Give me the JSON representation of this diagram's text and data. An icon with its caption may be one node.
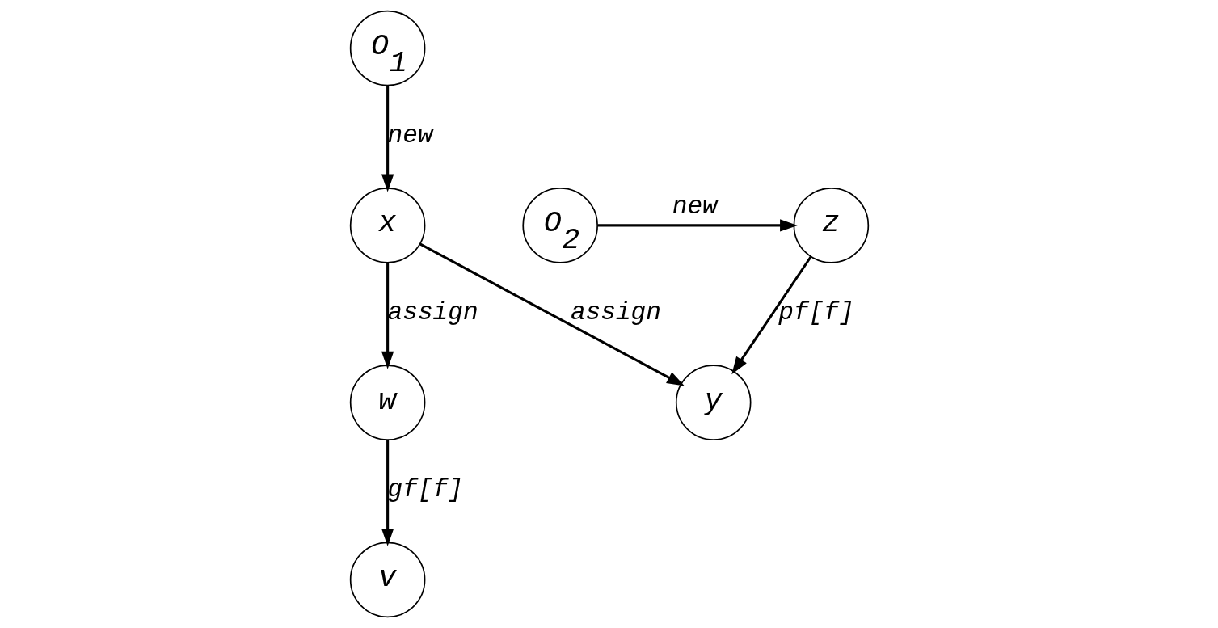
{
  "diagram": {
    "nodes": [
      {
        "text": [
          "O$_{1}$"
        ]
      },
      {
        "text": [
          "x"
        ]
      },
      {
        "text": [
          "w"
        ]
      },
      {
        "text": [
          "y"
        ]
      },
      {
        "text": [
          "v"
        ]
      },
      {
        "text": [
          "z"
        ]
      },
      {
        "text": [
          "O$_{2}$"
        ]
      }
    ],
    "edges": [
      {
        "from": 0,
        "to": 1,
        "arrow": "to",
        "label": "new"
      },
      {
        "from": 1,
        "to": 2,
        "arrow": "to",
        "label": "assign"
      },
      {
        "from": 1,
        "to": 3,
        "arrow": "to",
        "label": "assign"
      },
      {
        "from": 2,
        "to": 4,
        "arrow": "to",
        "label": "gf[f]"
      },
      {
        "from": 5,
        "to": 3,
        "arrow": "to",
        "label": "pf[f]"
      },
      {
        "from": 6,
        "to": 5,
        "arrow": "to",
        "label": "new"
      }
    ]
  }
}
